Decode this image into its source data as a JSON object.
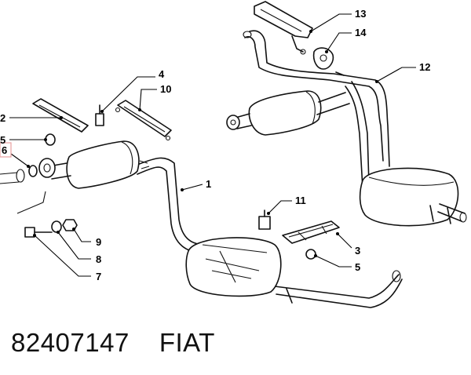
{
  "callouts": {
    "c1": "1",
    "c2": "2",
    "c3": "3",
    "c4": "4",
    "c5a": "5",
    "c5b": "5",
    "c6": "6",
    "c7": "7",
    "c8": "8",
    "c9": "9",
    "c10": "10",
    "c11": "11",
    "c12": "12",
    "c13": "13",
    "c14": "14"
  },
  "highlight_color": "#e8a0a0",
  "footer": {
    "part_number": "82407147",
    "brand": "FIAT"
  }
}
